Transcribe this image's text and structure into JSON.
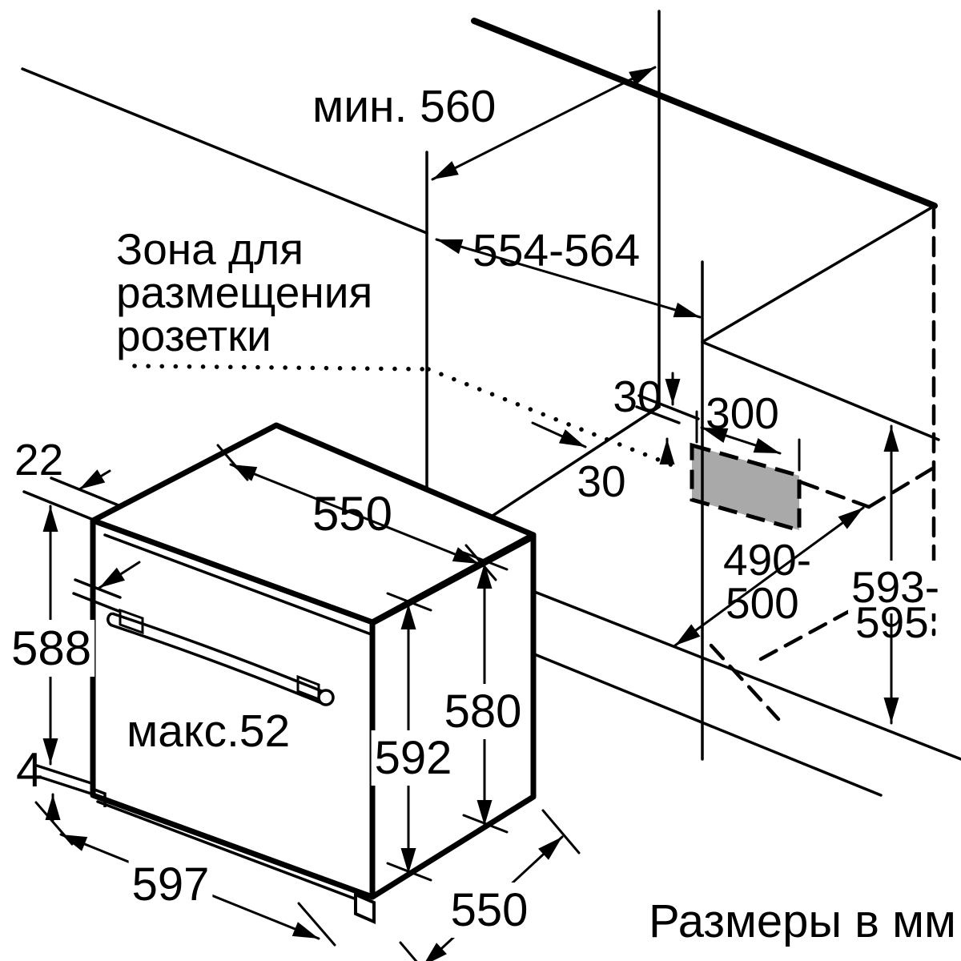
{
  "units_note": "Размеры в мм",
  "socket_zone_note": {
    "line1": "Зона для",
    "line2": "размещения",
    "line3": "розетки"
  },
  "dimensions": {
    "niche_depth_min": "мин. 560",
    "niche_width_range": "554-564",
    "socket_offset_vertical": "30",
    "socket_offset_horizontal": "30",
    "socket_zone_width": "300",
    "socket_zone_height_line1": "490-",
    "socket_zone_height_line2": "500",
    "niche_height_line1": "593-",
    "niche_height_line2": "595",
    "front_gap": "22",
    "oven_top_depth": "550",
    "oven_front_height": "588",
    "handle_protrusion": "макс.52",
    "plinth_gap": "4",
    "oven_side_height_front": "592",
    "oven_side_height_back": "580",
    "oven_width": "597",
    "oven_bottom_depth": "550"
  },
  "colors": {
    "line": "#000000",
    "socket_zone_fill": "#a9a9a9",
    "background": "#ffffff"
  }
}
